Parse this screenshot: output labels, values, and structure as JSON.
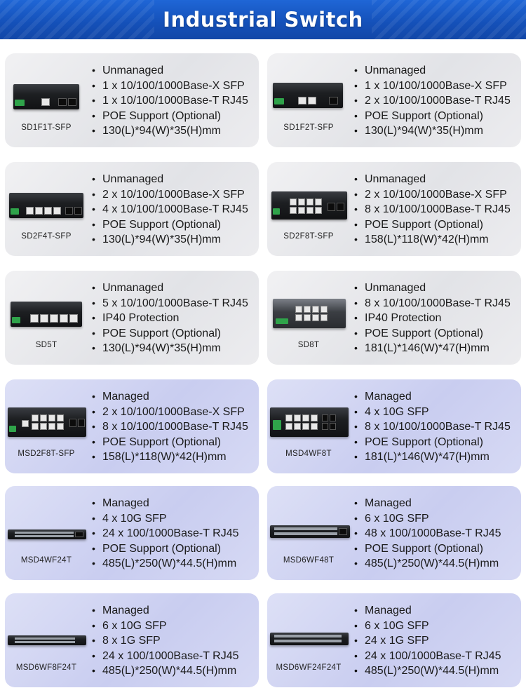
{
  "header": {
    "title": "Industrial Switch"
  },
  "cards": [
    {
      "model": "SD1F1T-SFP",
      "type": "unmanaged",
      "specs": [
        "Unmanaged",
        "1 x 10/100/1000Base-X SFP",
        "1 x 10/100/1000Base-T RJ45",
        "POE Support (Optional)",
        "130(L)*94(W)*35(H)mm"
      ]
    },
    {
      "model": "SD1F2T-SFP",
      "type": "unmanaged",
      "specs": [
        "Unmanaged",
        "1 x 10/100/1000Base-X SFP",
        "2 x 10/100/1000Base-T RJ45",
        "POE Support (Optional)",
        "130(L)*94(W)*35(H)mm"
      ]
    },
    {
      "model": "SD2F4T-SFP",
      "type": "unmanaged",
      "specs": [
        "Unmanaged",
        "2 x 10/100/1000Base-X SFP",
        "4 x 10/100/1000Base-T RJ45",
        "POE Support (Optional)",
        "130(L)*94(W)*35(H)mm"
      ]
    },
    {
      "model": "SD2F8T-SFP",
      "type": "unmanaged",
      "specs": [
        "Unmanaged",
        "2 x 10/100/1000Base-X SFP",
        "8 x 10/100/1000Base-T RJ45",
        "POE Support (Optional)",
        "158(L)*118(W)*42(H)mm"
      ]
    },
    {
      "model": "SD5T",
      "type": "unmanaged",
      "specs": [
        "Unmanaged",
        "5 x 10/100/1000Base-T RJ45",
        "IP40 Protection",
        "POE Support (Optional)",
        "130(L)*94(W)*35(H)mm"
      ]
    },
    {
      "model": "SD8T",
      "type": "unmanaged",
      "specs": [
        "Unmanaged",
        "8 x 10/100/1000Base-T RJ45",
        "IP40 Protection",
        "POE Support (Optional)",
        "181(L)*146(W)*47(H)mm"
      ]
    },
    {
      "model": "MSD2F8T-SFP",
      "type": "managed",
      "specs": [
        "Managed",
        "2 x 10/100/1000Base-X SFP",
        "8 x 10/100/1000Base-T RJ45",
        "POE Support (Optional)",
        "158(L)*118(W)*42(H)mm"
      ]
    },
    {
      "model": "MSD4WF8T",
      "type": "managed",
      "specs": [
        "Managed",
        "4 x 10G SFP",
        "8 x 10/100/1000Base-T RJ45",
        "POE Support (Optional)",
        "181(L)*146(W)*47(H)mm"
      ]
    },
    {
      "model": "MSD4WF24T",
      "type": "managed",
      "specs": [
        "Managed",
        "4 x 10G SFP",
        "24 x 100/1000Base-T RJ45",
        "POE Support (Optional)",
        "485(L)*250(W)*44.5(H)mm"
      ]
    },
    {
      "model": "MSD6WF48T",
      "type": "managed",
      "specs": [
        "Managed",
        "6 x 10G SFP",
        "48 x 100/1000Base-T RJ45",
        "POE Support (Optional)",
        "485(L)*250(W)*44.5(H)mm"
      ]
    },
    {
      "model": "MSD6WF8F24T",
      "type": "managed",
      "specs": [
        "Managed",
        "6 x 10G SFP",
        "8 x 1G SFP",
        "24 x 100/1000Base-T RJ45",
        "485(L)*250(W)*44.5(H)mm"
      ]
    },
    {
      "model": "MSD6WF24F24T",
      "type": "managed",
      "specs": [
        "Managed",
        "6 x 10G SFP",
        "24 x 1G SFP",
        "24 x 100/1000Base-T RJ45",
        "485(L)*250(W)*44.5(H)mm"
      ]
    }
  ]
}
